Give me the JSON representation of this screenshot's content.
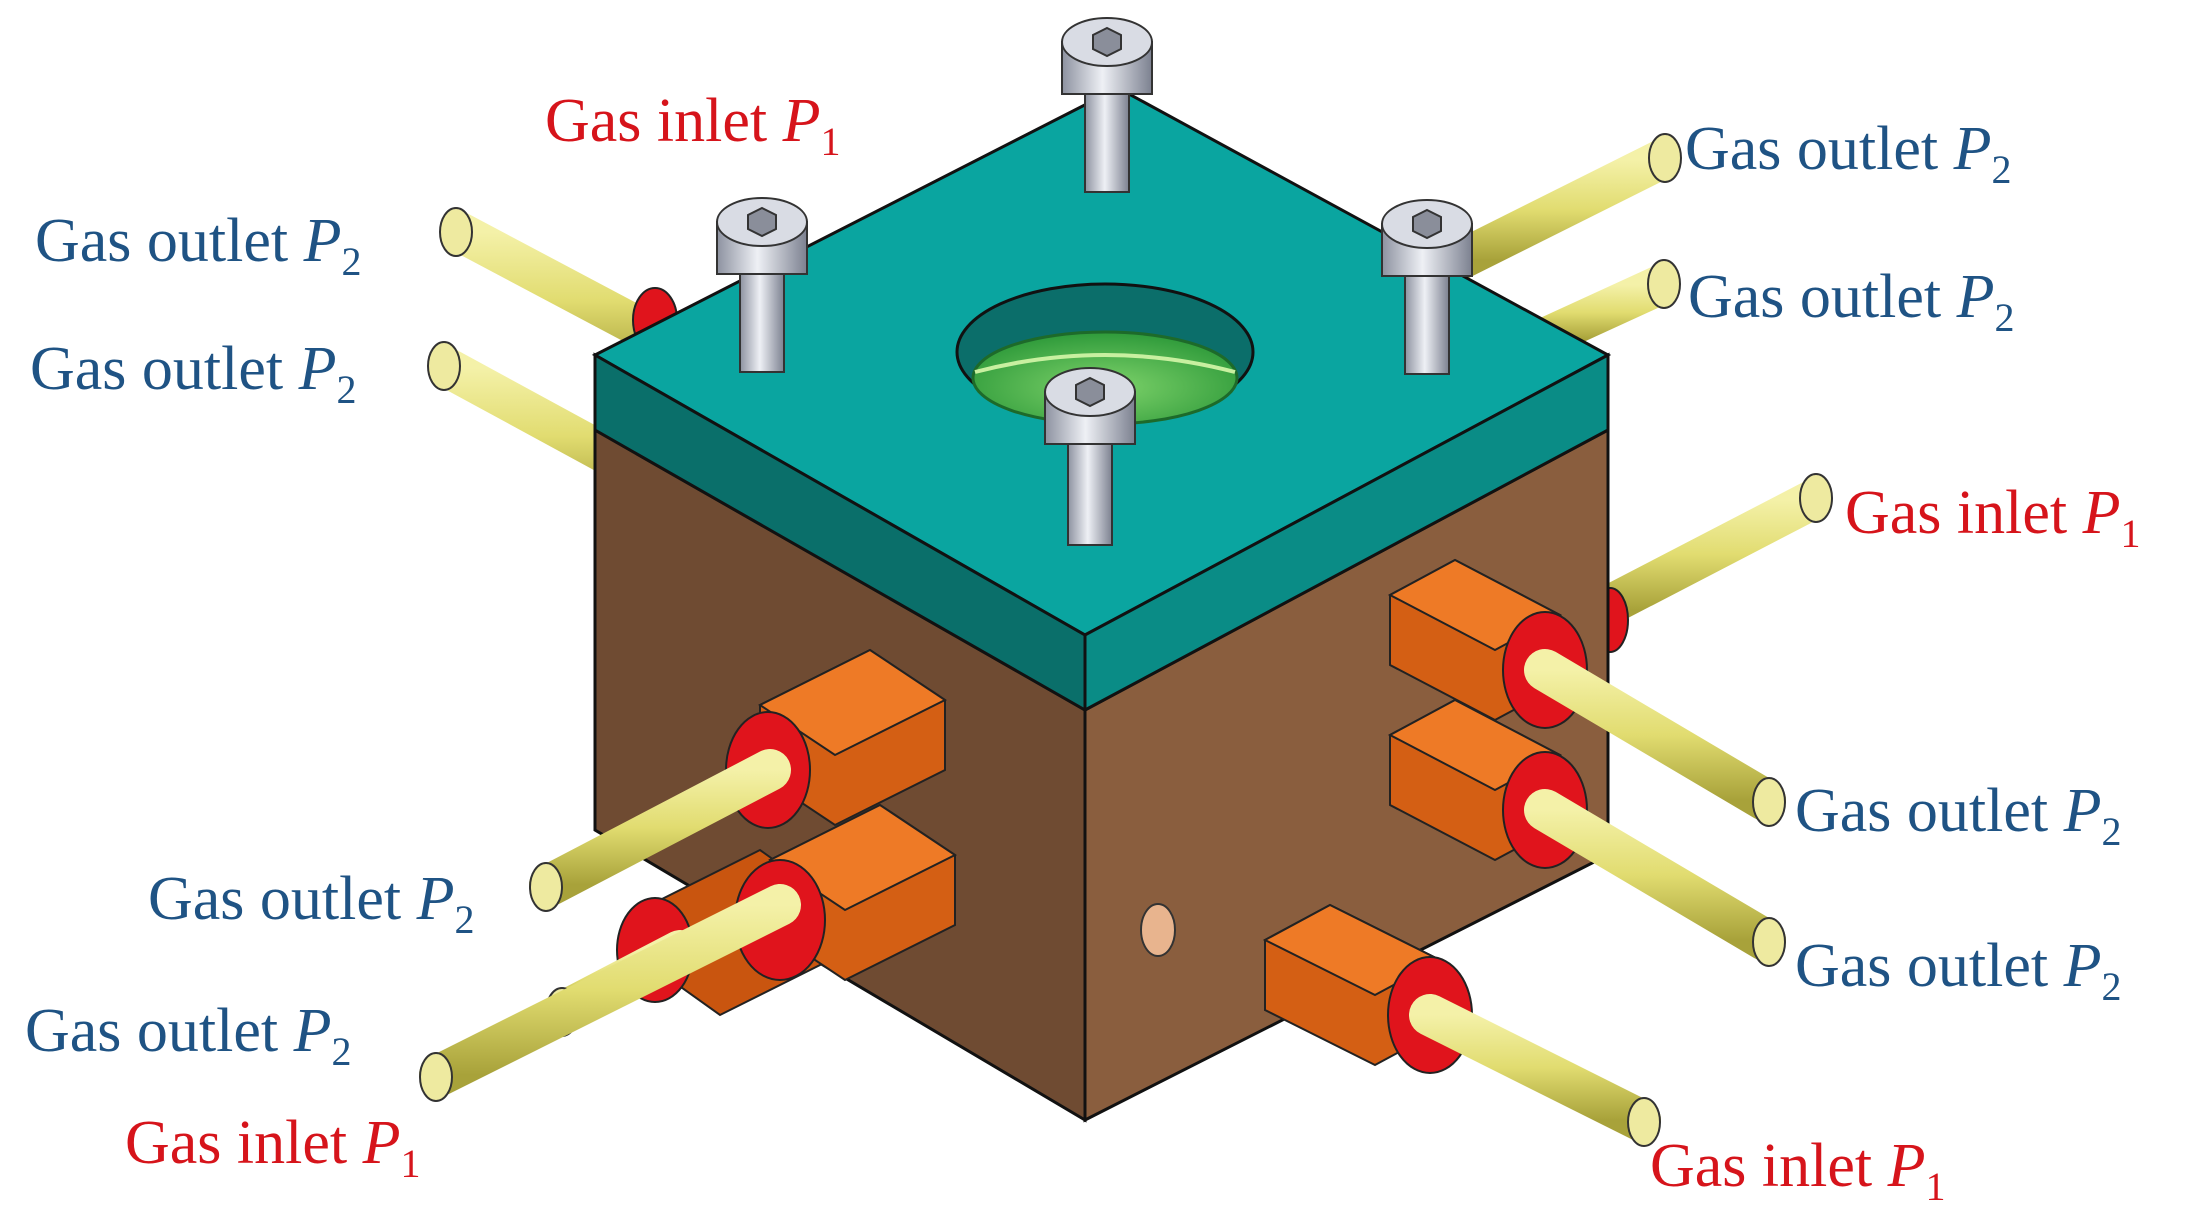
{
  "colors": {
    "inlet_text": "#d6141b",
    "outlet_text": "#1f5384",
    "lid_top": "#0aa5a0",
    "lid_front": "#0a6f6a",
    "lid_right": "#0a8c86",
    "block_front": "#6f4b32",
    "block_right": "#8a5e3e",
    "tube": "#e8e37a",
    "nut": "#d45f14",
    "ring": "#e0141c",
    "screw": "#c8ccd6",
    "window": "#3bb24a"
  },
  "icons": [
    "hex-socket-screw",
    "hex-nut",
    "gas-tube",
    "sealing-ring",
    "sight-window"
  ],
  "labels": [
    {
      "word": "Gas inlet ",
      "var": "P",
      "sub": "1",
      "kind": "inlet"
    },
    {
      "word": "Gas outlet ",
      "var": "P",
      "sub": "2",
      "kind": "outlet"
    },
    {
      "word": "Gas outlet ",
      "var": "P",
      "sub": "2",
      "kind": "outlet"
    },
    {
      "word": "Gas outlet ",
      "var": "P",
      "sub": "2",
      "kind": "outlet"
    },
    {
      "word": "Gas outlet ",
      "var": "P",
      "sub": "2",
      "kind": "outlet"
    },
    {
      "word": "Gas inlet ",
      "var": "P",
      "sub": "1",
      "kind": "inlet"
    },
    {
      "word": "Gas outlet ",
      "var": "P",
      "sub": "2",
      "kind": "outlet"
    },
    {
      "word": "Gas outlet ",
      "var": "P",
      "sub": "2",
      "kind": "outlet"
    },
    {
      "word": "Gas outlet ",
      "var": "P",
      "sub": "2",
      "kind": "outlet"
    },
    {
      "word": "Gas outlet ",
      "var": "P",
      "sub": "2",
      "kind": "outlet"
    },
    {
      "word": "Gas inlet ",
      "var": "P",
      "sub": "1",
      "kind": "inlet"
    },
    {
      "word": "Gas inlet ",
      "var": "P",
      "sub": "1",
      "kind": "inlet"
    }
  ]
}
